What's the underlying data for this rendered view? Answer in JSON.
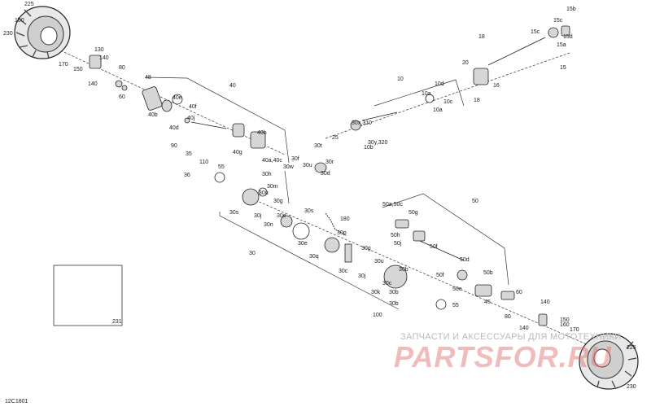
{
  "diagram": {
    "code": "12C1801",
    "box_label": "231",
    "watermark_text": "ЗАПЧАСТИ И АКСЕССУАРЫ ДЛЯ МОТОТЕХНИКИ",
    "watermark_logo": "PARTSFOR.RU",
    "labels": [
      "225",
      "230",
      "100",
      "170",
      "150",
      "130",
      "140",
      "140",
      "80",
      "60",
      "48",
      "40",
      "40e",
      "40b",
      "40f",
      "40d",
      "40j",
      "40h",
      "40g",
      "40a,40c",
      "90",
      "35",
      "36",
      "110",
      "55",
      "10",
      "10d",
      "10a",
      "10c",
      "10a",
      "30x,310",
      "30y,320",
      "10b",
      "25",
      "30f",
      "30t",
      "30w",
      "30u",
      "30r",
      "30d",
      "30h",
      "30m",
      "16",
      "15",
      "15b",
      "15c",
      "15c",
      "15d",
      "15a",
      "18",
      "20",
      "18",
      "30u",
      "30g",
      "30s",
      "30j",
      "30e",
      "30s",
      "180",
      "30n",
      "30e",
      "30p",
      "30q",
      "30c",
      "30b",
      "30g",
      "30u",
      "30",
      "30c",
      "30j",
      "30b",
      "30k",
      "30b",
      "100",
      "50",
      "50a,50c",
      "50g",
      "50h",
      "50j",
      "50f",
      "50d",
      "50f",
      "50b",
      "50e",
      "55",
      "45",
      "60",
      "80",
      "140",
      "140",
      "150",
      "160",
      "170",
      "225",
      "230"
    ]
  }
}
